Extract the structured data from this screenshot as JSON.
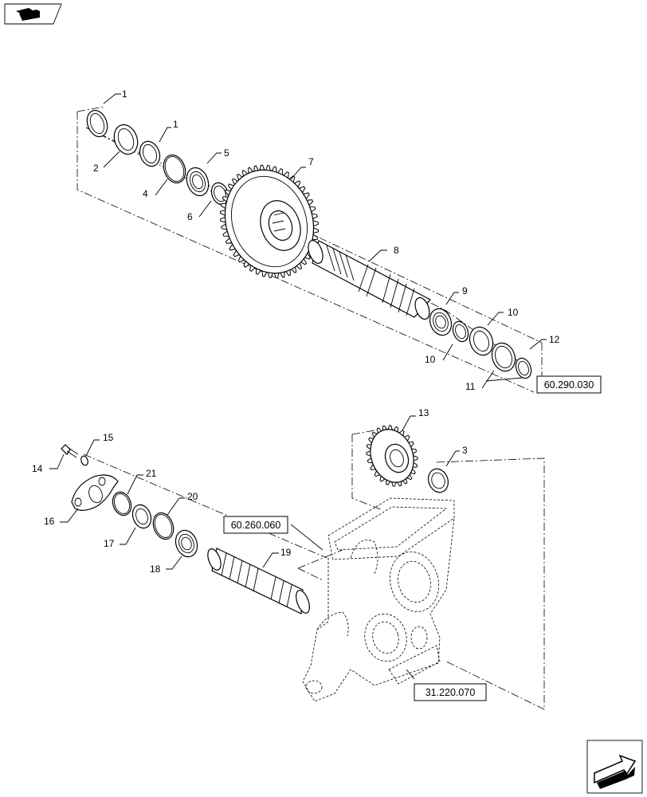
{
  "callouts": [
    {
      "id": "1a",
      "text": "1"
    },
    {
      "id": "1b",
      "text": "1"
    },
    {
      "id": "2",
      "text": "2"
    },
    {
      "id": "4",
      "text": "4"
    },
    {
      "id": "5",
      "text": "5"
    },
    {
      "id": "6",
      "text": "6"
    },
    {
      "id": "7",
      "text": "7"
    },
    {
      "id": "8",
      "text": "8"
    },
    {
      "id": "9",
      "text": "9"
    },
    {
      "id": "10a",
      "text": "10"
    },
    {
      "id": "10b",
      "text": "10"
    },
    {
      "id": "11",
      "text": "11"
    },
    {
      "id": "12",
      "text": "12"
    },
    {
      "id": "13",
      "text": "13"
    },
    {
      "id": "3",
      "text": "3"
    },
    {
      "id": "14",
      "text": "14"
    },
    {
      "id": "15",
      "text": "15"
    },
    {
      "id": "16",
      "text": "16"
    },
    {
      "id": "21",
      "text": "21"
    },
    {
      "id": "17",
      "text": "17"
    },
    {
      "id": "20",
      "text": "20"
    },
    {
      "id": "18",
      "text": "18"
    },
    {
      "id": "19",
      "text": "19"
    }
  ],
  "references": {
    "ref_a": "60.290.030",
    "ref_b": "60.260.060",
    "ref_c": "31.220.070"
  },
  "icons": {
    "top_left": "section-navigation-icon",
    "bottom_right": "next-page-arrow-icon"
  }
}
